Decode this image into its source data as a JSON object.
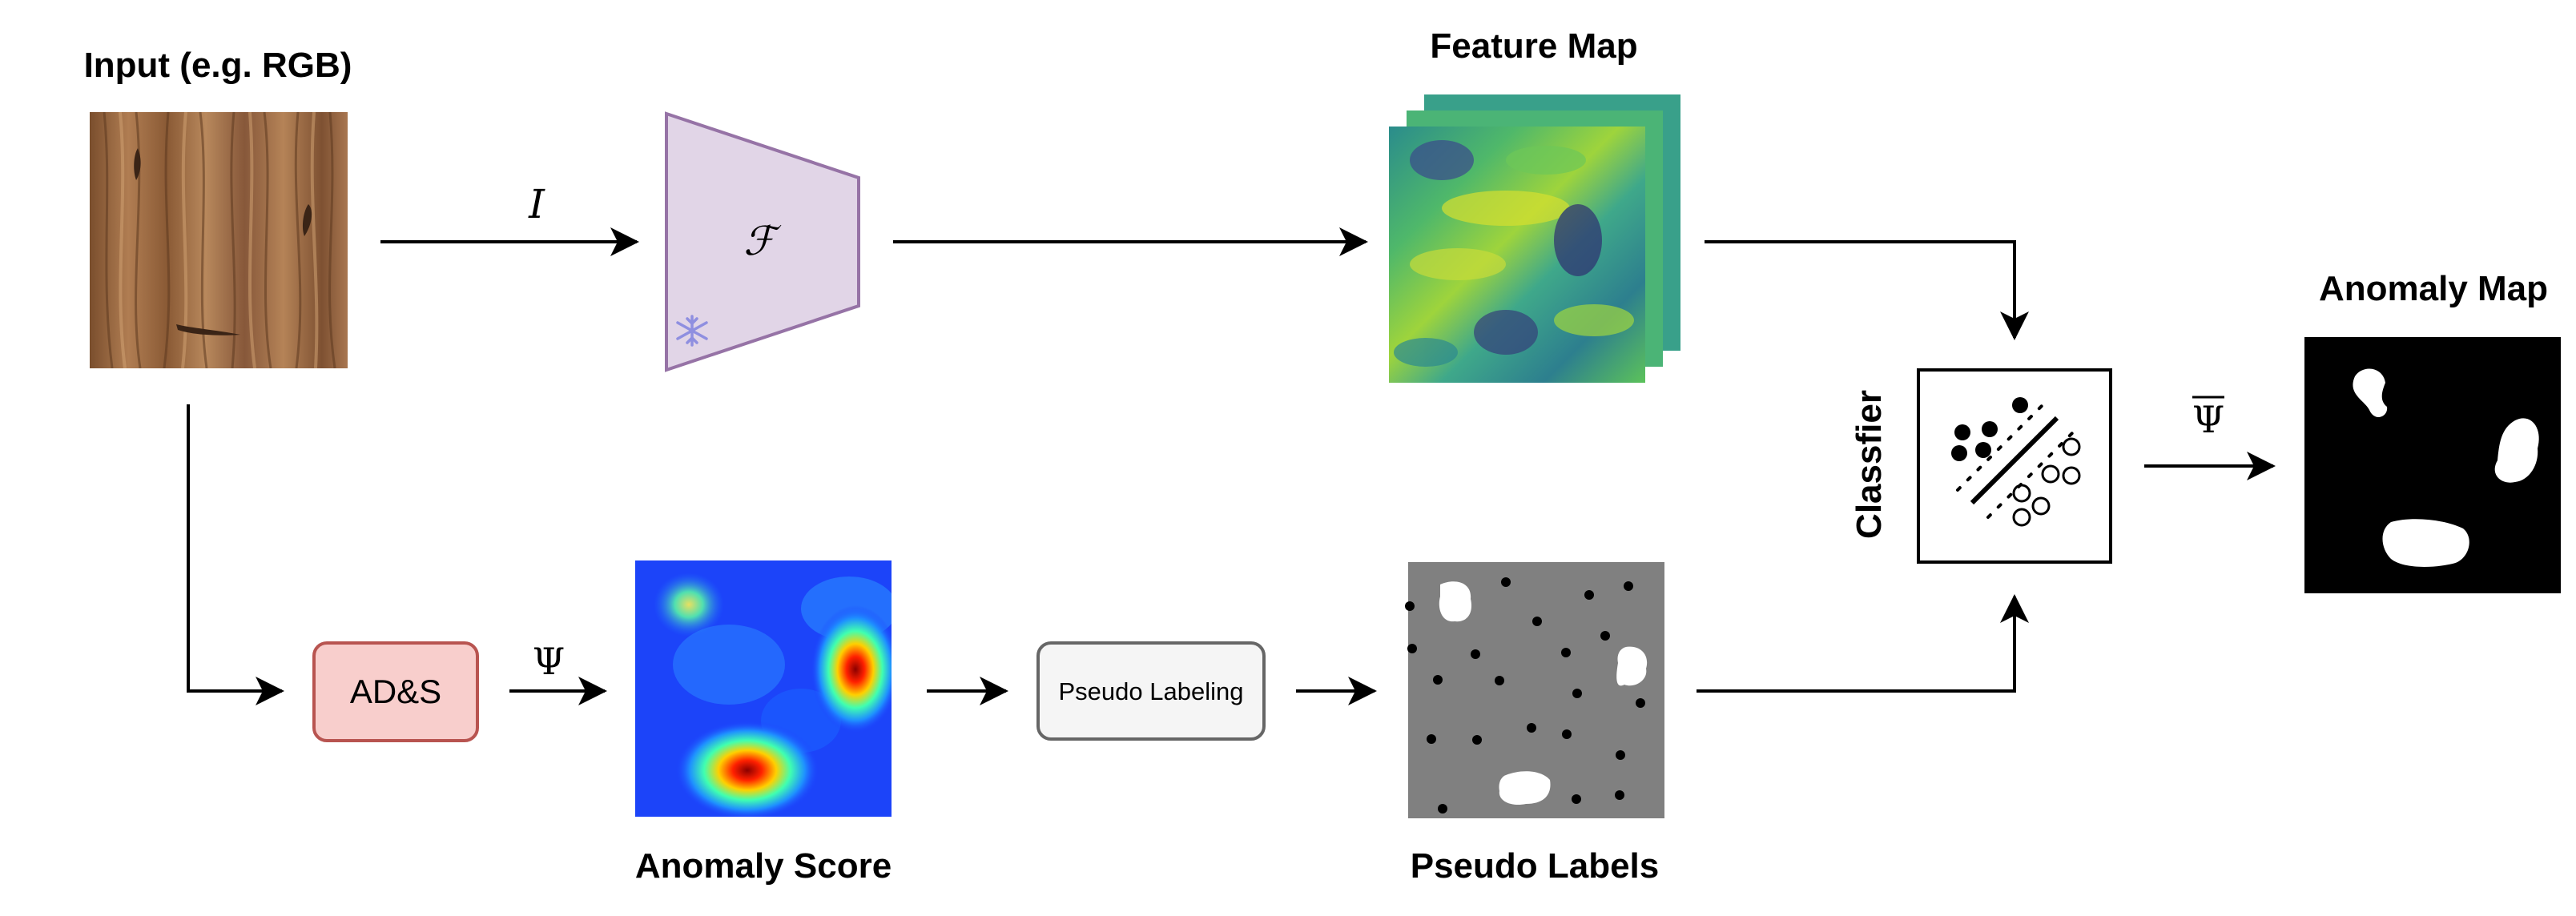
{
  "labels": {
    "input": "Input (e.g. RGB)",
    "feature_map": "Feature Map",
    "anomaly_map": "Anomaly Map",
    "classifier": "Classfier",
    "anomaly_score": "Anomaly Score",
    "pseudo_labels": "Pseudo Labels"
  },
  "boxes": {
    "ads": "AD&S",
    "pseudo_labeling": "Pseudo Labeling"
  },
  "symbols": {
    "input_arrow": "I",
    "encoder": "ℱ",
    "psi": "Ψ",
    "psi_bar": "Ψ"
  },
  "icons": {
    "frozen": "snowflake-icon"
  },
  "colors": {
    "encoder_fill": "#e1d5e7",
    "encoder_stroke": "#9673a6",
    "ads_fill": "#f8cecc",
    "ads_stroke": "#b85450",
    "pl_fill": "#f5f5f5",
    "pl_stroke": "#666666",
    "pseudo_bg": "#808080",
    "wood": "#9a6b42"
  }
}
